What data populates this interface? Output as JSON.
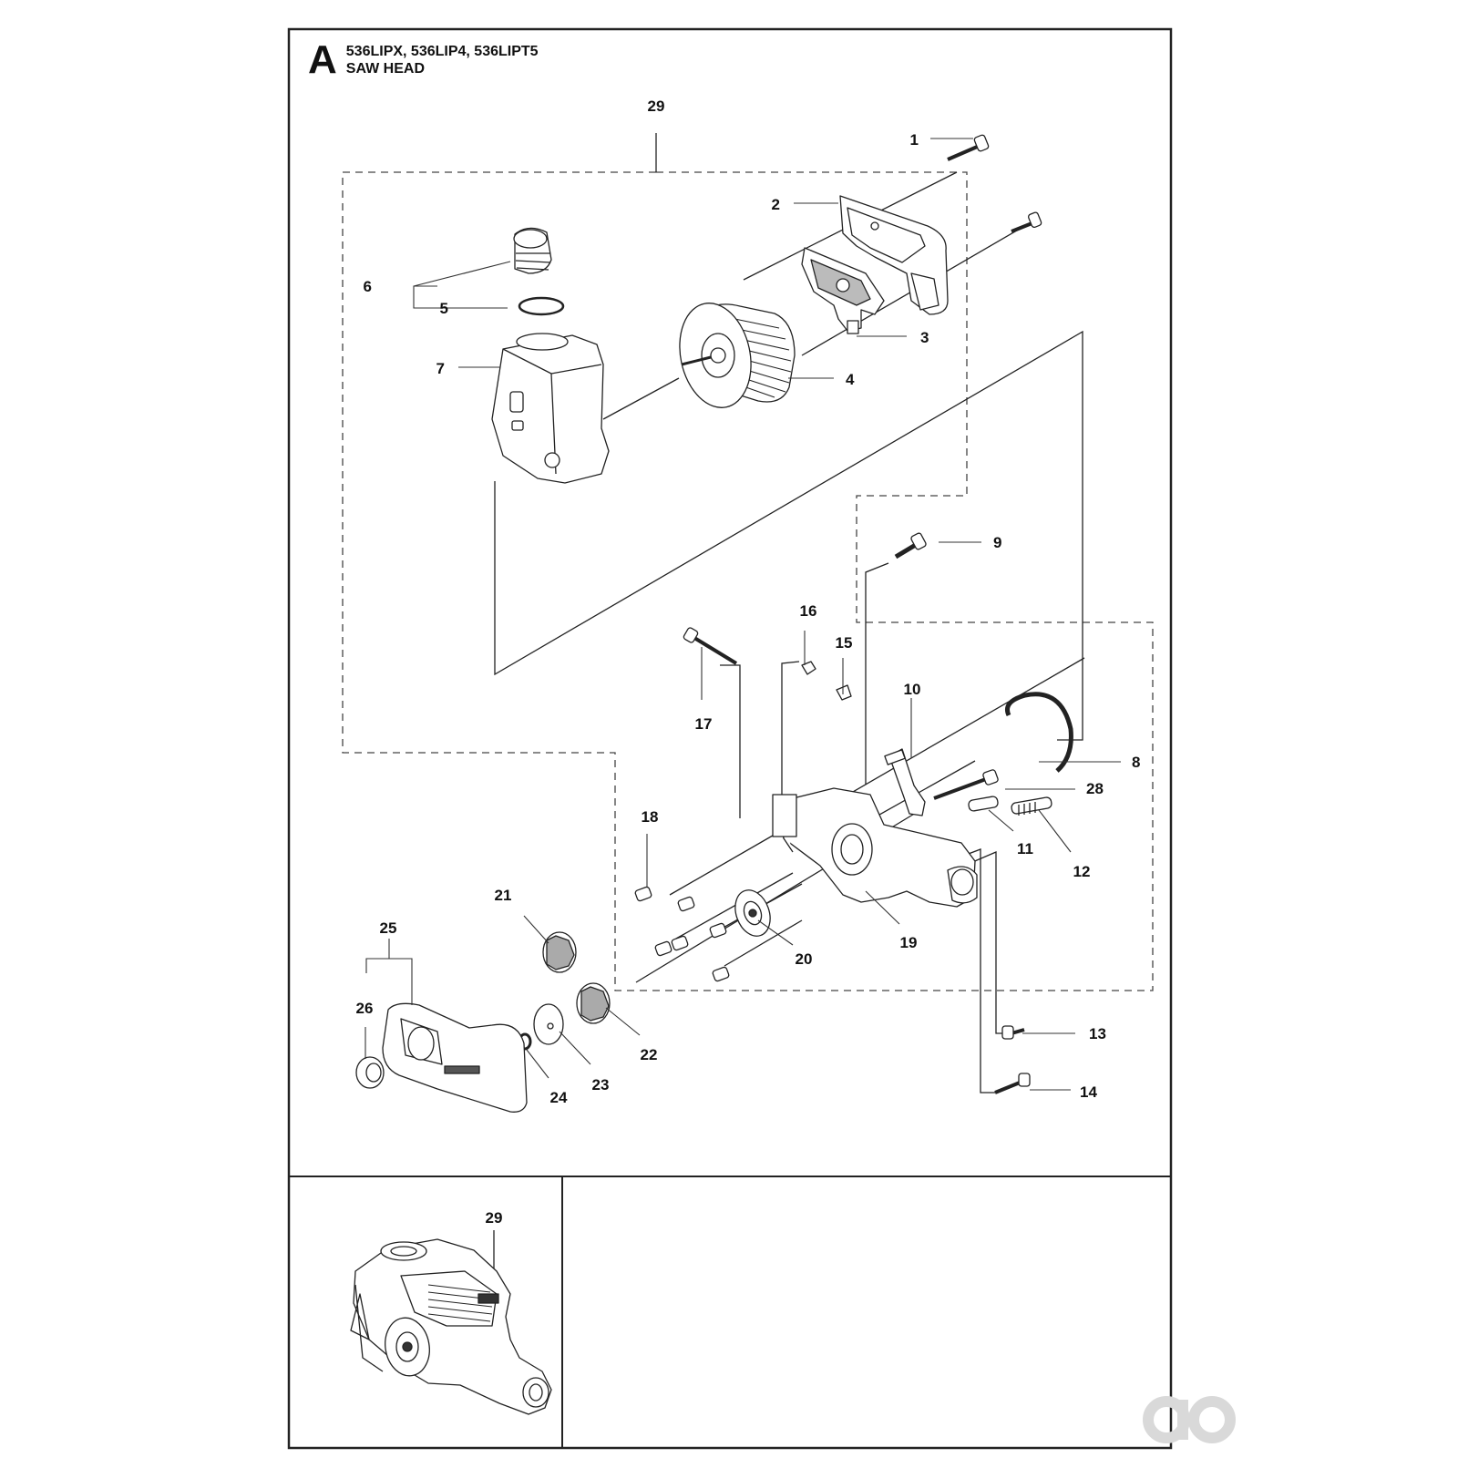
{
  "header": {
    "section_letter": "A",
    "models": "536LIPX, 536LIP4, 536LIPT5",
    "title": "SAW HEAD"
  },
  "callouts": {
    "c1": "1",
    "c2": "2",
    "c3": "3",
    "c4": "4",
    "c5": "5",
    "c6": "6",
    "c7": "7",
    "c8": "8",
    "c9": "9",
    "c10": "10",
    "c11": "11",
    "c12": "12",
    "c13": "13",
    "c14": "14",
    "c15": "15",
    "c16": "16",
    "c17": "17",
    "c18": "18",
    "c19": "19",
    "c20": "20",
    "c21": "21",
    "c22": "22",
    "c23": "23",
    "c24": "24",
    "c25": "25",
    "c26": "26",
    "c28": "28",
    "c29": "29"
  },
  "inset": {
    "callout": "29"
  },
  "colors": {
    "line": "#222222",
    "background": "#ffffff",
    "watermark": "#d9d9d9"
  },
  "icons": {
    "watermark": "brand-logo-watermark"
  }
}
